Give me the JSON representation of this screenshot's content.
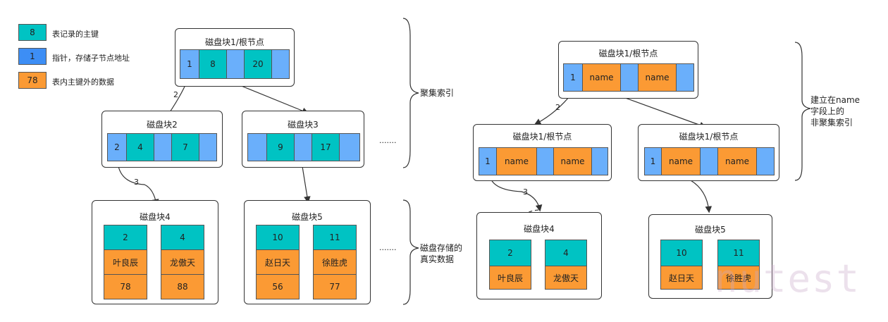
{
  "legend": [
    {
      "swatch": "8",
      "text": "表记录的主键"
    },
    {
      "swatch": "1",
      "text": "指针，存储子节点地址"
    },
    {
      "swatch": "78",
      "text": "表内主键外的数据"
    }
  ],
  "clustered": {
    "root": {
      "title": "磁盘块1/根节点",
      "ptr1": "1",
      "key1": "8",
      "key2": "20"
    },
    "block2": {
      "title": "磁盘块2",
      "ptr": "2",
      "key1": "4",
      "key2": "7"
    },
    "block3": {
      "title": "磁盘块3",
      "key1": "9",
      "key2": "17"
    },
    "block4": {
      "title": "磁盘块4",
      "rows": [
        {
          "id": "2",
          "name": "叶良辰",
          "val": "78"
        },
        {
          "id": "4",
          "name": "龙傲天",
          "val": "88"
        }
      ]
    },
    "block5": {
      "title": "磁盘块5",
      "rows": [
        {
          "id": "10",
          "name": "赵日天",
          "val": "56"
        },
        {
          "id": "11",
          "name": "徐胜虎",
          "val": "77"
        }
      ]
    },
    "edge1": "2",
    "edge2": "3",
    "ellipsis1": "·······",
    "ellipsis2": "·······",
    "brace1": "聚集索引",
    "brace2_line1": "磁盘存储的",
    "brace2_line2": "真实数据"
  },
  "nonclustered": {
    "root": {
      "title": "磁盘块1/根节点",
      "ptr": "1",
      "key1": "name",
      "key2": "name"
    },
    "left": {
      "title": "磁盘块1/根节点",
      "ptr": "1",
      "key1": "name",
      "key2": "name"
    },
    "right": {
      "title": "磁盘块1/根节点",
      "ptr": "1",
      "key1": "name",
      "key2": "name"
    },
    "block4": {
      "title": "磁盘块4",
      "rows": [
        {
          "id": "2",
          "name": "叶良辰"
        },
        {
          "id": "4",
          "name": "龙傲天"
        }
      ]
    },
    "block5": {
      "title": "磁盘块5",
      "rows": [
        {
          "id": "10",
          "name": "赵日天"
        },
        {
          "id": "11",
          "name": "徐胜虎"
        }
      ]
    },
    "edge1": "2",
    "edge2": "3",
    "brace_line1": "建立在name",
    "brace_line2": "字段上的",
    "brace_line3": "非聚集索引"
  },
  "watermark": "nutest",
  "colors": {
    "teal": "#00c3c3",
    "blue": "#6aaffb",
    "orange": "#fb9a34"
  }
}
